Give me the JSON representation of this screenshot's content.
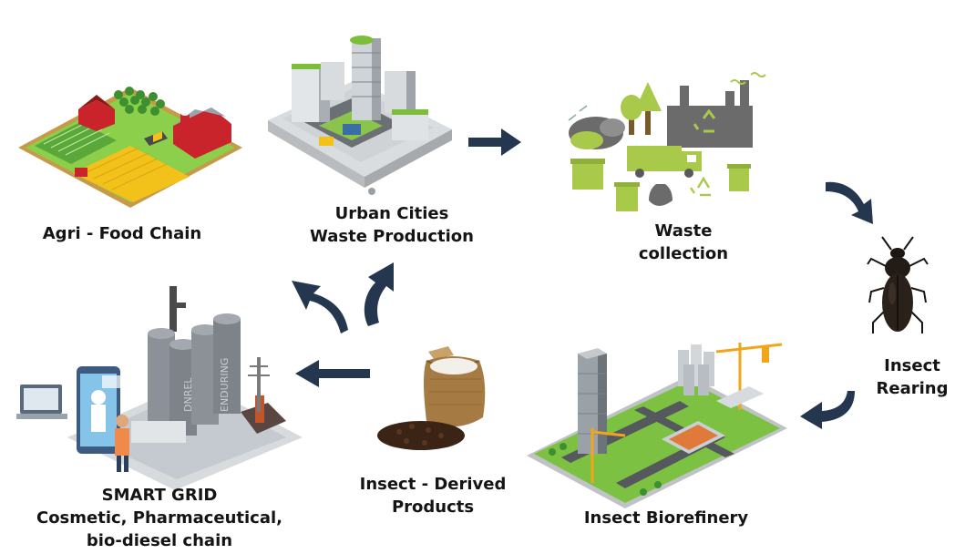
{
  "nodes": {
    "agri": {
      "lines": [
        "Agri - Food Chain"
      ]
    },
    "urban": {
      "lines": [
        "Urban Cities",
        "Waste Production"
      ]
    },
    "waste": {
      "lines": [
        "Waste",
        "collection"
      ]
    },
    "rearing": {
      "lines": [
        "Insect",
        "Rearing"
      ]
    },
    "biorefinery": {
      "lines": [
        "Insect Biorefinery"
      ]
    },
    "derived": {
      "lines": [
        "Insect - Derived",
        "Products"
      ]
    },
    "smartgrid": {
      "lines": [
        "SMART GRID",
        "Cosmetic, Pharmaceutical,",
        "bio-diesel chain"
      ]
    }
  },
  "silo_labels": {
    "left": "DNREL",
    "right": "ENDURING"
  },
  "colors": {
    "arrow": "#24374f",
    "waste_green": "#a9c94a",
    "waste_grey": "#6b6b6b",
    "farm_red": "#c9242b",
    "field_green": "#7bbf3a",
    "field_yellow": "#f2c21b"
  },
  "icons": [
    "farm-icon",
    "city-icon",
    "waste-icon",
    "beetle-icon",
    "biorefinery-icon",
    "sack-icon",
    "power-plant-icon"
  ]
}
